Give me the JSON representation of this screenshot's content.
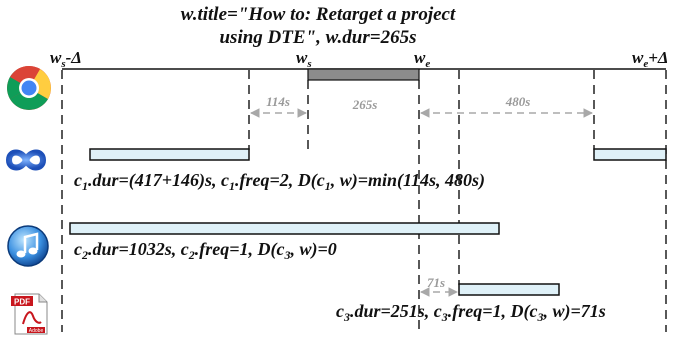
{
  "title": {
    "line1": "w.title=\"How to: Retarget a project",
    "line2": "using DTE\", w.dur=265s"
  },
  "axis": {
    "left_label": "w",
    "left_sub": "s",
    "left_suffix": "-Δ",
    "ws_label": "w",
    "ws_sub": "s",
    "we_label": "w",
    "we_sub": "e",
    "right_label": "w",
    "right_sub": "e",
    "right_suffix": "+Δ"
  },
  "durations": {
    "gap_before": "114s",
    "window": "265s",
    "gap_after": "480s",
    "gap_c3": "71s"
  },
  "apps": [
    {
      "name": "chrome-icon"
    },
    {
      "name": "visual-studio-icon"
    },
    {
      "name": "itunes-icon"
    },
    {
      "name": "pdf-icon",
      "badge": "PDF",
      "brand": "Adobe"
    }
  ],
  "rows": [
    {
      "id": "c1",
      "dur_text": "dur=(417+146)s, c",
      "freq_text": "freq=2, D(c",
      "dist_text": ", w)=min(114s, 480s)"
    },
    {
      "id": "c2",
      "dur_text": "dur=1032s,  c",
      "freq_text": "freq=1, D(c",
      "dist_text": ", w)=0"
    },
    {
      "id": "c3",
      "dur_text": "dur=251s,  c",
      "freq_text": "freq=1, D(c",
      "dist_text": ", w)=71s"
    }
  ],
  "colors": {
    "window_bar": "#8c8c8c",
    "context_bar": "#dff1f8",
    "gap_arrow": "#a8a8a8"
  }
}
